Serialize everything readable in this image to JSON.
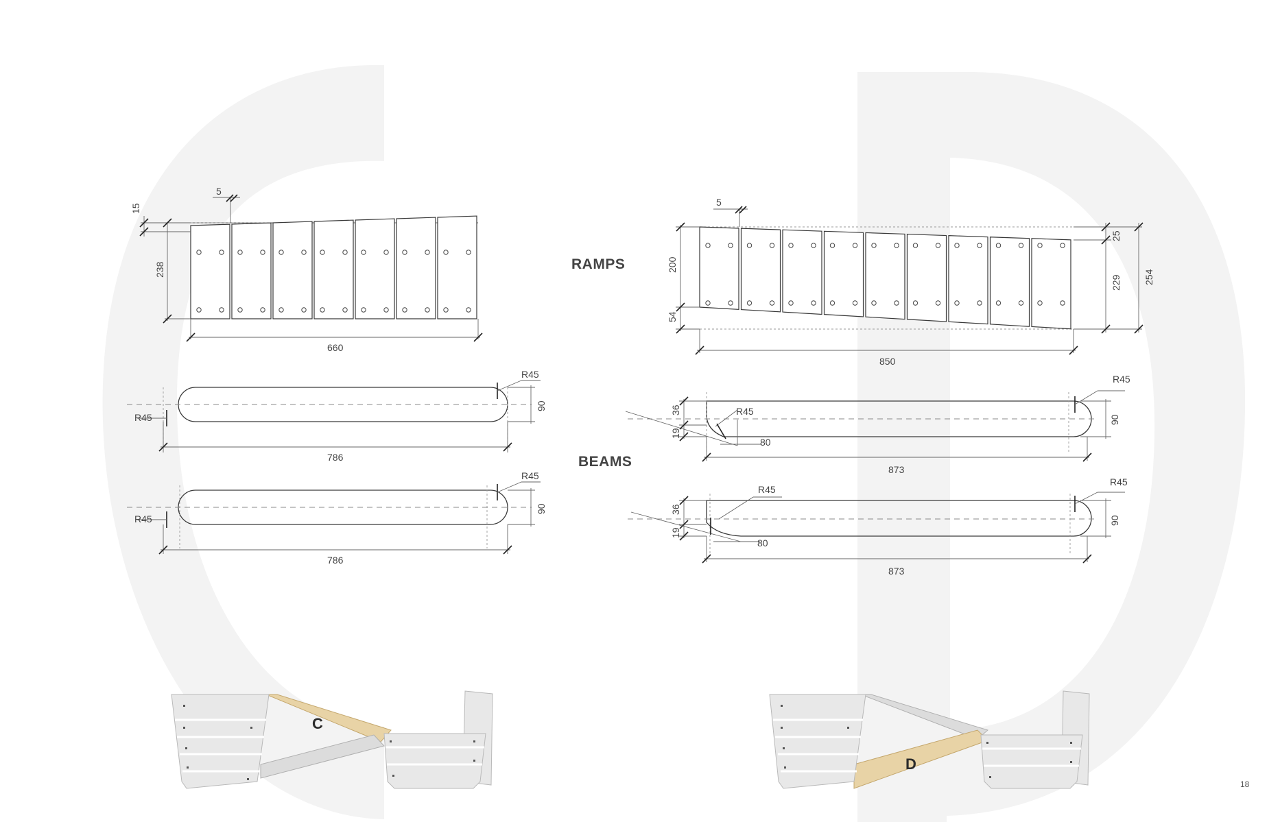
{
  "labels": {
    "ramps": "RAMPS",
    "beams": "BEAMS"
  },
  "page_number": "18",
  "background_letters": [
    "C",
    "D"
  ],
  "ramp_left": {
    "gap": "5",
    "taper": "15",
    "height": "238",
    "width": "660"
  },
  "ramp_right": {
    "gap": "5",
    "top_height": "200",
    "bottom_offset": "54",
    "right_offset": "25",
    "right_height": "229",
    "total_height": "254",
    "width": "850"
  },
  "beam_left": {
    "radius_left": "R45",
    "radius_right": "R45",
    "height": "90",
    "length": "786"
  },
  "beam_right": {
    "top_offset": "36",
    "bottom_offset": "19",
    "radius_inner": "R45",
    "radius_right": "R45",
    "height": "90",
    "chamfer": "80",
    "length": "873"
  },
  "parts": {
    "left": "C",
    "right": "D"
  },
  "colors": {
    "line": "#3a3a3a",
    "background_letter": "#f3f3f3",
    "plywood": "#e8d3a6",
    "painted_wood": "#e8e8e8"
  }
}
